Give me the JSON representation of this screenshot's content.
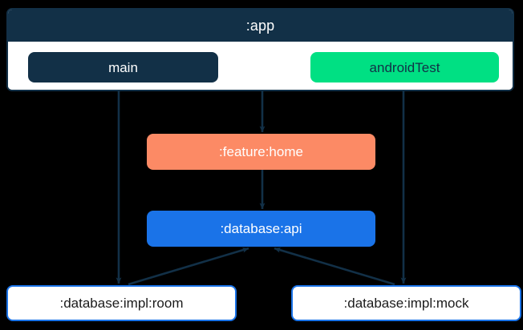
{
  "diagram": {
    "type": "module-dependency-graph",
    "background_color": "#000000",
    "edge_color": "#123047",
    "container": {
      "title": ":app",
      "header_color": "#123047",
      "body_color": "#ffffff",
      "border_color": "#123047",
      "source_sets": [
        {
          "label": "main",
          "fill": "#123047",
          "text_color": "#ffffff"
        },
        {
          "label": "androidTest",
          "fill": "#00E083",
          "text_color": "#123047"
        }
      ]
    },
    "nodes": [
      {
        "id": "feature-home",
        "label": ":feature:home",
        "fill": "#FC8A65",
        "text_color": "#ffffff"
      },
      {
        "id": "database-api",
        "label": ":database:api",
        "fill": "#1A73E8",
        "text_color": "#ffffff"
      },
      {
        "id": "impl-room",
        "label": ":database:impl:room",
        "fill": "#ffffff",
        "text_color": "#1b1b1b",
        "border_color": "#1A73E8"
      },
      {
        "id": "impl-mock",
        "label": ":database:impl:mock",
        "fill": "#ffffff",
        "text_color": "#1b1b1b",
        "border_color": "#1A73E8"
      }
    ],
    "edges": [
      {
        "from": "main",
        "to": "impl-room"
      },
      {
        "from": "app",
        "to": "feature-home"
      },
      {
        "from": "androidTest",
        "to": "impl-mock"
      },
      {
        "from": "feature-home",
        "to": "database-api"
      },
      {
        "from": "impl-room",
        "to": "database-api"
      },
      {
        "from": "impl-mock",
        "to": "database-api"
      }
    ]
  }
}
